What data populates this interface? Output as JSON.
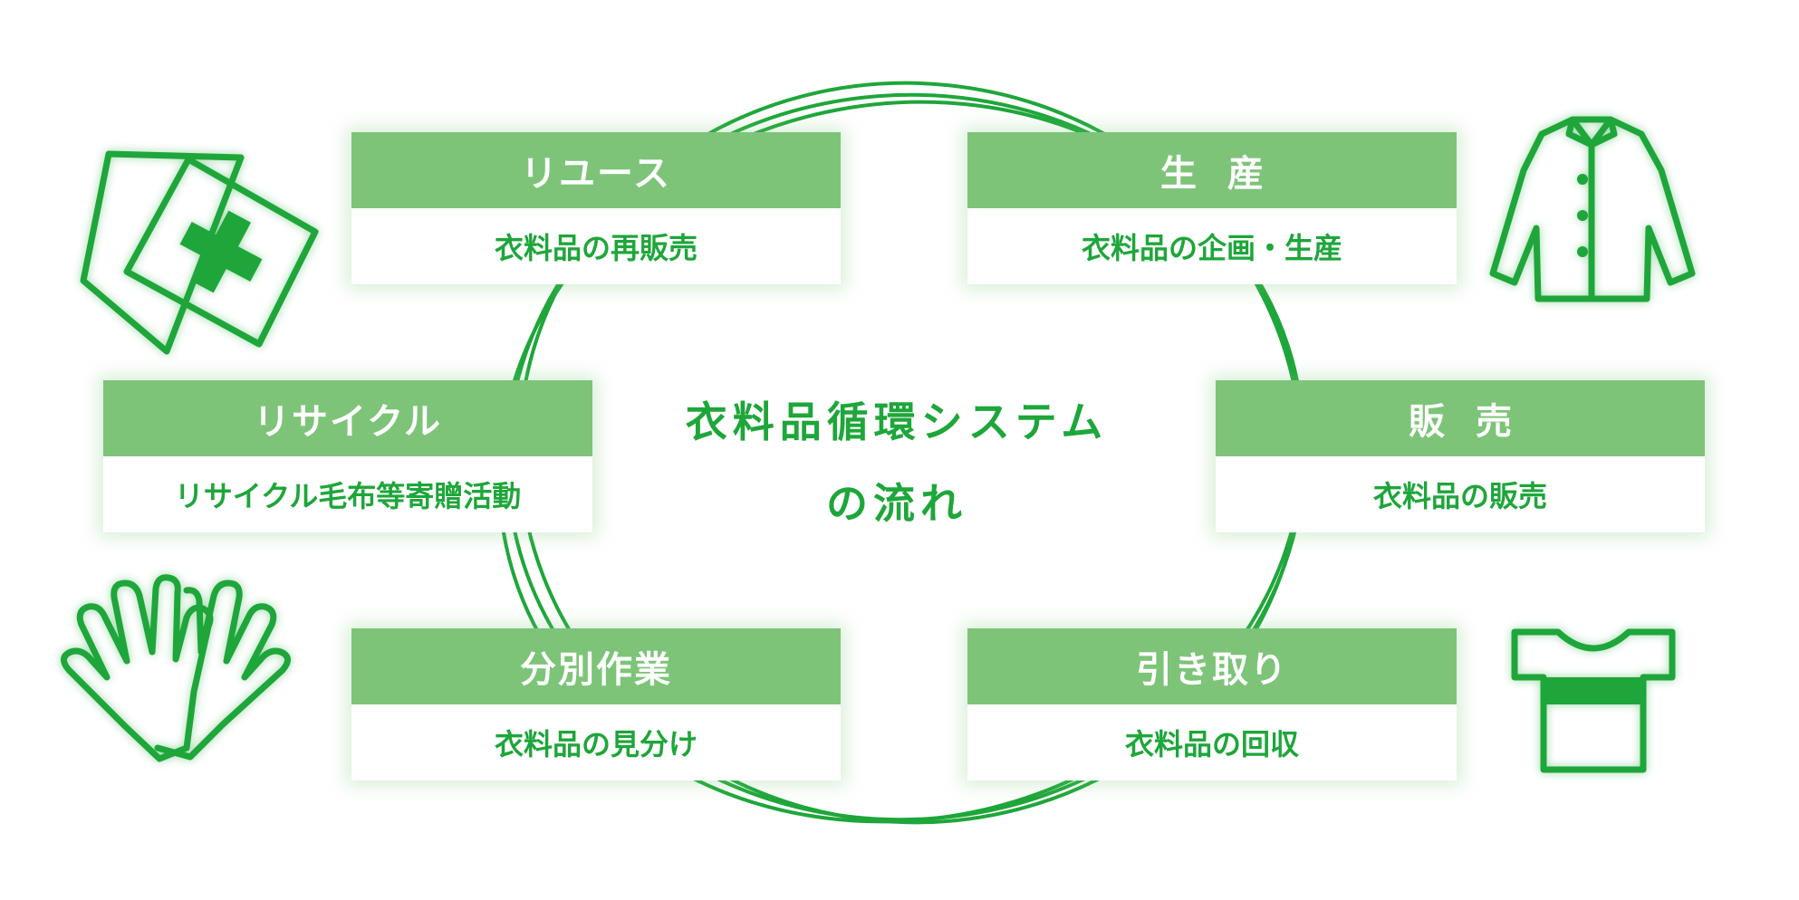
{
  "colors": {
    "accent": "#1ea63a",
    "header_fill": "#7dc478",
    "header_text": "#ffffff"
  },
  "center": {
    "title_line1": "衣料品循環システム",
    "title_line2": "の流れ"
  },
  "cards": {
    "reuse": {
      "title": "リユース",
      "desc": "衣料品の再販売"
    },
    "production": {
      "title": "生産",
      "desc": "衣料品の企画・生産"
    },
    "recycle": {
      "title": "リサイクル",
      "desc": "リサイクル毛布等寄贈活動"
    },
    "sales": {
      "title": "販売",
      "desc": "衣料品の販売"
    },
    "sorting": {
      "title": "分別作業",
      "desc": "衣料品の見分け"
    },
    "collection": {
      "title": "引き取り",
      "desc": "衣料品の回収"
    }
  },
  "icons": {
    "top_left": "blanket-icon",
    "top_right": "shirt-icon",
    "bottom_left": "gloves-icon",
    "bottom_right": "tshirt-icon"
  }
}
